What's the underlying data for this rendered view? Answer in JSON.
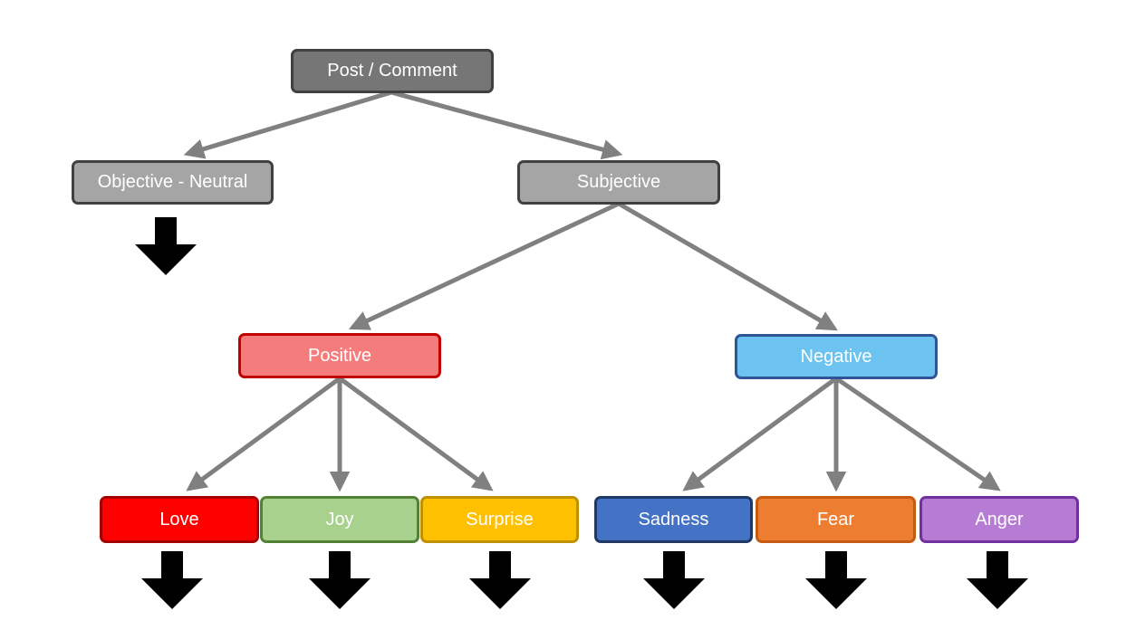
{
  "nodes": {
    "post_comment": {
      "label": "Post / Comment",
      "fill": "#767676",
      "border": "#404040"
    },
    "objective_neutral": {
      "label": "Objective - Neutral",
      "fill": "#A5A5A5",
      "border": "#404040"
    },
    "subjective": {
      "label": "Subjective",
      "fill": "#A5A5A5",
      "border": "#404040"
    },
    "positive": {
      "label": "Positive",
      "fill": "#F47C7C",
      "border": "#C00000"
    },
    "negative": {
      "label": "Negative",
      "fill": "#6CC3EF",
      "border": "#2F5597"
    },
    "love": {
      "label": "Love",
      "fill": "#FF0000",
      "border": "#A50000"
    },
    "joy": {
      "label": "Joy",
      "fill": "#A9D18E",
      "border": "#538135"
    },
    "surprise": {
      "label": "Surprise",
      "fill": "#FFC000",
      "border": "#BF9000"
    },
    "sadness": {
      "label": "Sadness",
      "fill": "#4472C4",
      "border": "#1F3864"
    },
    "fear": {
      "label": "Fear",
      "fill": "#ED7D31",
      "border": "#C55A11"
    },
    "anger": {
      "label": "Anger",
      "fill": "#B67CD4",
      "border": "#7030A0"
    }
  },
  "edges": [
    [
      "post_comment",
      "objective_neutral"
    ],
    [
      "post_comment",
      "subjective"
    ],
    [
      "subjective",
      "positive"
    ],
    [
      "subjective",
      "negative"
    ],
    [
      "positive",
      "love"
    ],
    [
      "positive",
      "joy"
    ],
    [
      "positive",
      "surprise"
    ],
    [
      "negative",
      "sadness"
    ],
    [
      "negative",
      "fear"
    ],
    [
      "negative",
      "anger"
    ]
  ],
  "colors": {
    "connector": "#808080",
    "down_arrow": "#000000"
  }
}
